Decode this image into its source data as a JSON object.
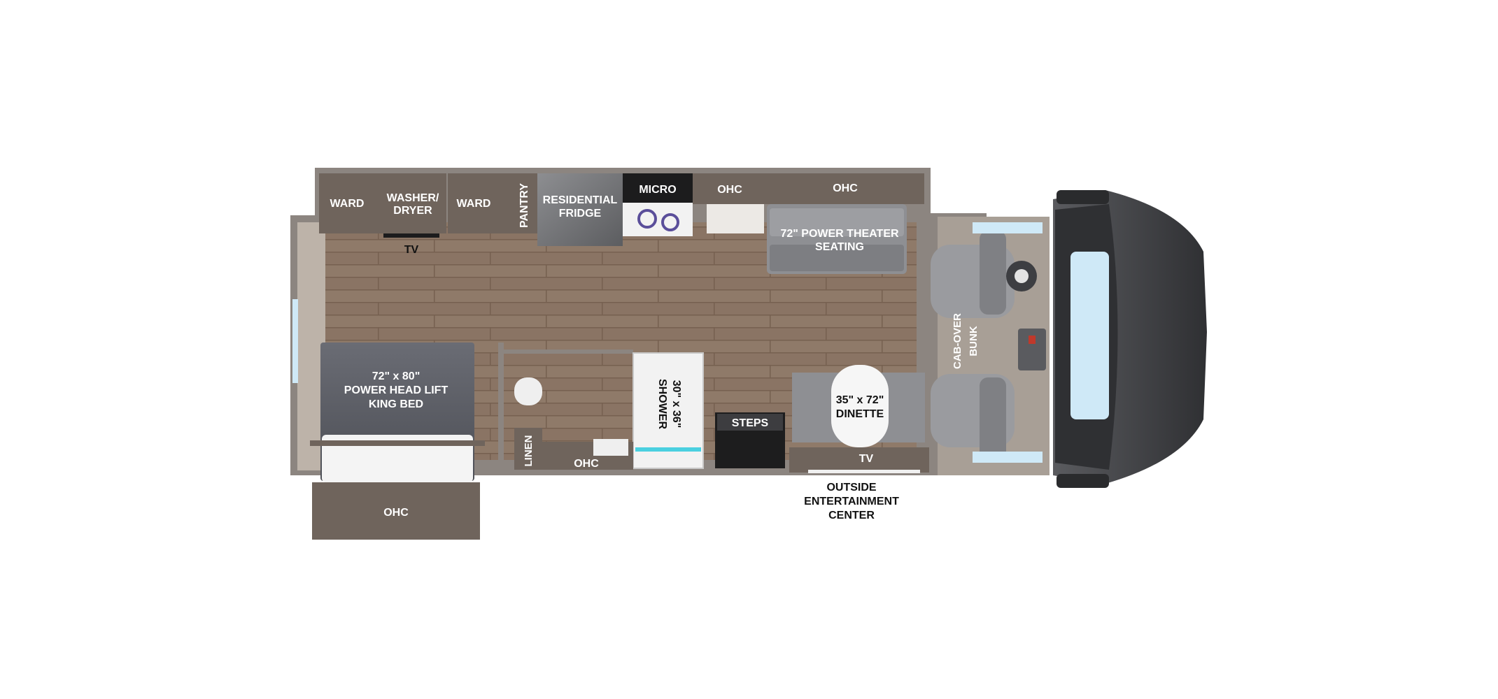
{
  "floorplan": {
    "labels": {
      "ward_left": "WARD",
      "washer_dryer_1": "WASHER/",
      "washer_dryer_2": "DRYER",
      "ward_right": "WARD",
      "tv_bedroom": "TV",
      "pantry": "PANTRY",
      "fridge_1": "RESIDENTIAL",
      "fridge_2": "FRIDGE",
      "micro": "MICRO",
      "ohc_kitchen": "OHC",
      "ohc_theater": "OHC",
      "theater_1": "72\" POWER THEATER",
      "theater_2": "SEATING",
      "bed_1": "72\" x 80\"",
      "bed_2": "POWER HEAD LIFT",
      "bed_3": "KING BED",
      "shower_1": "30\" x 36\"",
      "shower_2": "SHOWER",
      "linen": "LINEN",
      "ohc_bath": "OHC",
      "steps": "STEPS",
      "dinette_1": "35\" x 72\"",
      "dinette_2": "DINETTE",
      "tv_dinette": "TV",
      "bunk_1": "CAB-OVER",
      "bunk_2": "BUNK",
      "ohc_bedroom": "OHC",
      "outside_1": "OUTSIDE",
      "outside_2": "ENTERTAINMENT",
      "outside_3": "CENTER"
    },
    "colors": {
      "wall": "#8c8580",
      "cabinet": "#6f645c",
      "floor": "#8a7464",
      "floor_line": "#7a6555",
      "bedspread": "#5e6068",
      "upholstery": "#8e8f93",
      "cab_dark": "#3f4043",
      "glass": "#cfe9f7"
    }
  }
}
